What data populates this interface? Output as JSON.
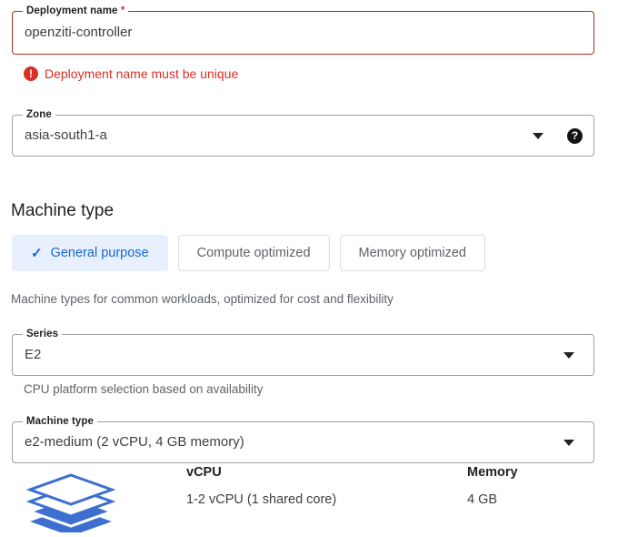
{
  "deployment_name": {
    "label": "Deployment name",
    "required_marker": "*",
    "value": "openziti-controller",
    "error_text": "Deployment name must be unique",
    "error_icon": "error-exclamation-icon",
    "has_error": true
  },
  "zone": {
    "label": "Zone",
    "value": "asia-south1-a",
    "dropdown_icon": "chevron-down-icon",
    "help_icon": "help-circle-icon",
    "help_glyph": "?"
  },
  "machine_type_section": {
    "title": "Machine type",
    "options": [
      {
        "label": "General purpose",
        "selected": true,
        "check_icon": "check-icon"
      },
      {
        "label": "Compute optimized",
        "selected": false
      },
      {
        "label": "Memory optimized",
        "selected": false
      }
    ],
    "description": "Machine types for common workloads, optimized for cost and flexibility"
  },
  "series": {
    "label": "Series",
    "value": "E2",
    "dropdown_icon": "chevron-down-icon",
    "helper_text": "CPU platform selection based on availability"
  },
  "machine_type": {
    "label": "Machine type",
    "value": "e2-medium (2 vCPU, 4 GB memory)",
    "dropdown_icon": "chevron-down-icon"
  },
  "specs": {
    "icon": "stacked-layers-icon",
    "columns": [
      {
        "header": "vCPU",
        "value": "1-2 vCPU (1 shared core)"
      },
      {
        "header": "Memory",
        "value": "4 GB"
      }
    ]
  },
  "colors": {
    "error_red": "#d93025",
    "error_border": "#b3261e",
    "accent_blue": "#1967d2",
    "selected_chip_bg": "#e8f0fe",
    "border_gray": "#9aa0a6",
    "text_primary": "#202124",
    "text_secondary": "#5f6368",
    "icon_blue_dark": "#3c6fd0",
    "icon_blue_light": "#ffffff"
  }
}
